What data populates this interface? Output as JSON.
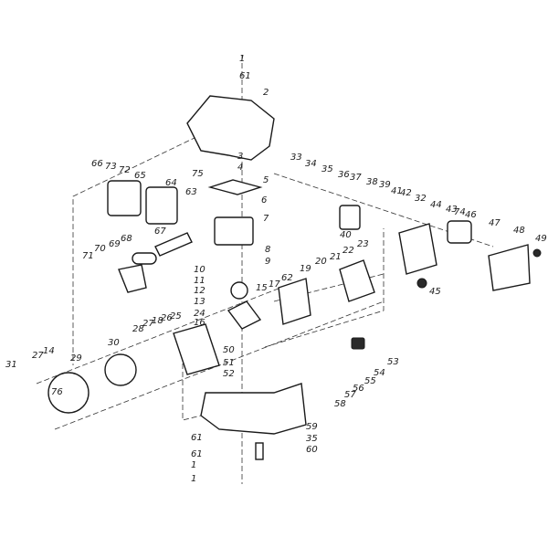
{
  "diagram": {
    "title": "Engine exploded parts diagram",
    "labels": [
      "1",
      "61",
      "2",
      "3",
      "4",
      "75",
      "5",
      "6",
      "7",
      "8",
      "9",
      "10",
      "11",
      "12",
      "13",
      "15",
      "17",
      "62",
      "24",
      "16",
      "25",
      "26",
      "18",
      "27",
      "28",
      "66",
      "73",
      "72",
      "65",
      "64",
      "63",
      "67",
      "68",
      "69",
      "70",
      "71",
      "33",
      "34",
      "35",
      "36",
      "37",
      "38",
      "39",
      "41",
      "42",
      "32",
      "44",
      "43",
      "74",
      "46",
      "47",
      "48",
      "49",
      "40",
      "23",
      "22",
      "21",
      "20",
      "19",
      "45",
      "50",
      "51",
      "52",
      "53",
      "54",
      "55",
      "56",
      "57",
      "58",
      "59",
      "35",
      "60",
      "61",
      "61",
      "1",
      "1",
      "14",
      "27",
      "29",
      "30",
      "31",
      "76"
    ],
    "colors": {
      "ink": "#1a1a1a",
      "background": "#ffffff"
    }
  }
}
